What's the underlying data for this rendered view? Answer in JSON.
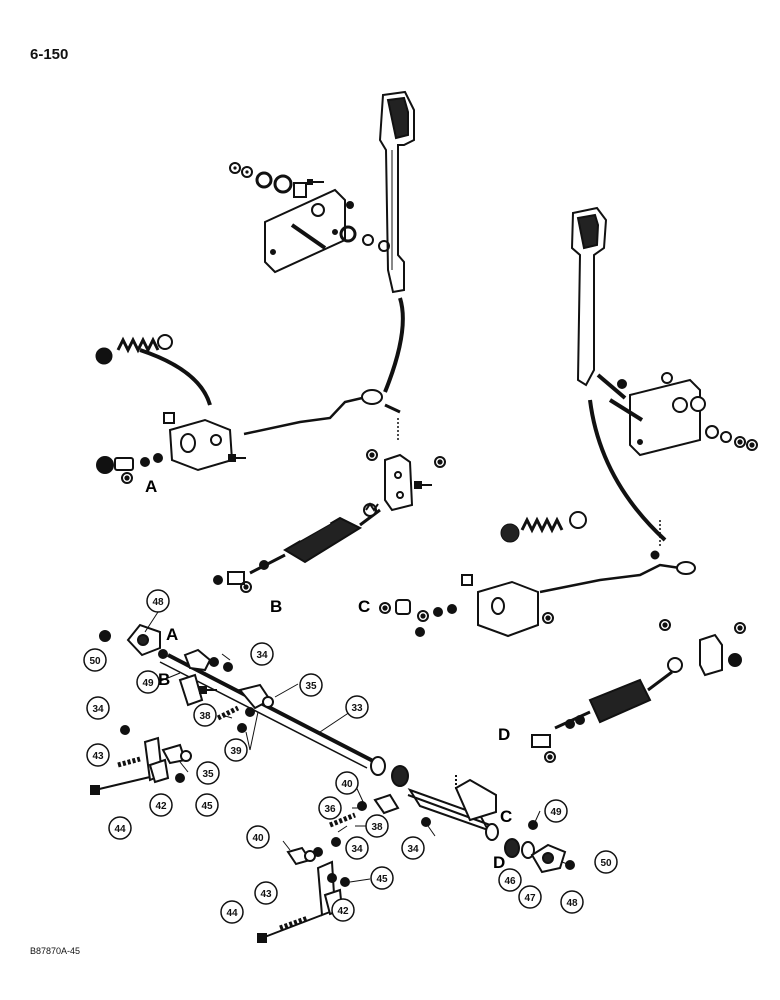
{
  "page_number": "6-150",
  "figure_code": "B87870A-45",
  "letters": [
    "A",
    "B",
    "C",
    "D"
  ],
  "callouts": {
    "n33": "33",
    "n34": "34",
    "n35": "35",
    "n36": "36",
    "n38": "38",
    "n39": "39",
    "n40": "40",
    "n42": "42",
    "n43": "43",
    "n44": "44",
    "n45": "45",
    "n46": "46",
    "n47": "47",
    "n48": "48",
    "n49": "49",
    "n50": "50"
  }
}
